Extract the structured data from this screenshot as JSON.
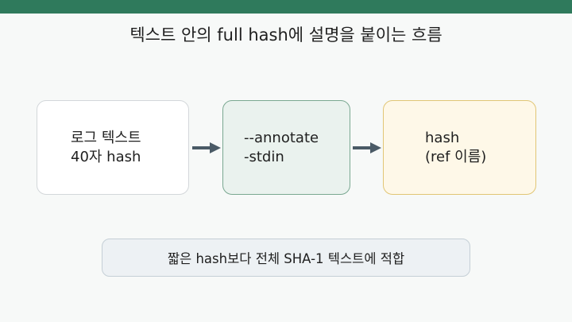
{
  "title": "텍스트 안의 full hash에 설명을 붙이는 흐름",
  "boxes": {
    "log": {
      "line1": "로그 텍스트",
      "line2": "40자 hash"
    },
    "command": {
      "line1": "--annotate",
      "line2": "-stdin"
    },
    "output": {
      "line1": "hash",
      "line2": "(ref 이름)"
    }
  },
  "note": "짧은 hash보다 전체 SHA-1 텍스트에 적합",
  "colors": {
    "topbar": "#2f7a5c",
    "arrow": "#4a5a66",
    "command_fill": "#eaf2ee",
    "output_fill": "#fef8e8"
  }
}
